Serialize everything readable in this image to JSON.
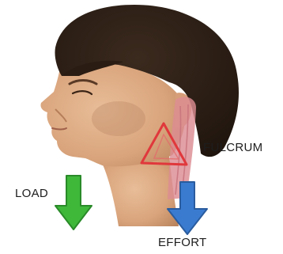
{
  "labels": {
    "fulcrum": "FULCRUM",
    "load": "LOAD",
    "effort": "EFFORT"
  },
  "colors": {
    "background": "#ffffff",
    "hair": "#2e1f16",
    "skin": "#e2b48f",
    "muscle": "#dc8c92",
    "fulcrum": "#e0383c",
    "load_arrow": "#3fb83a",
    "effort_arrow": "#3a7bd0",
    "text": "#1d1d1d"
  },
  "icons": {
    "load": "arrow-down-icon",
    "effort": "arrow-down-icon",
    "fulcrum": "triangle-icon"
  }
}
